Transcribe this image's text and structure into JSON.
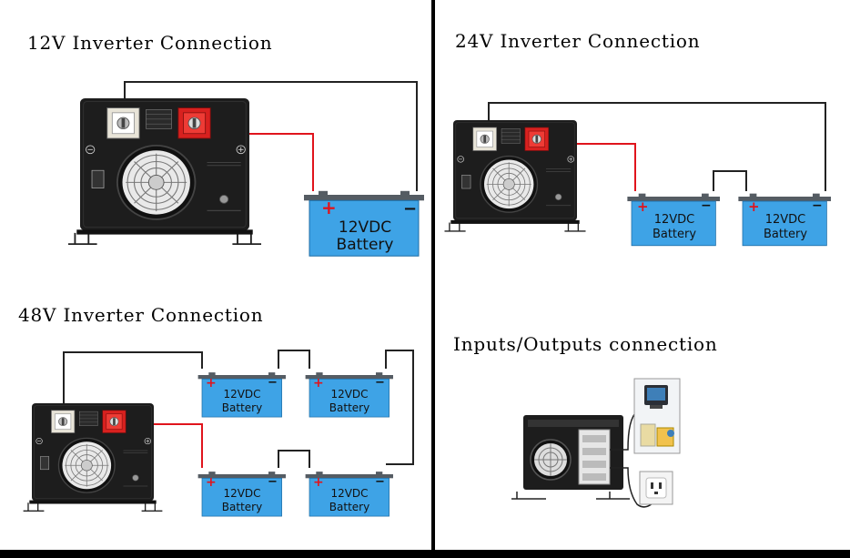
{
  "panels": {
    "v12": {
      "title": "12V Inverter Connection"
    },
    "v24": {
      "title": "24V Inverter Connection"
    },
    "v48": {
      "title": "48V Inverter Connection"
    },
    "io": {
      "title": "Inputs/Outputs connection"
    }
  },
  "battery": {
    "line1": "12VDC",
    "line2": "Battery",
    "plus": "+",
    "minus": "−"
  },
  "colors": {
    "battery_fill": "#3ea3e6",
    "battery_cap": "#555c63",
    "positive_wire": "#e0141c",
    "negative_wire": "#222222",
    "inverter_body": "#1d1d1d",
    "terminal_red": "#d8211f",
    "divider": "#000000"
  },
  "icons": [
    "fan-icon",
    "positive-terminal-icon",
    "negative-terminal-icon",
    "computer-icon",
    "appliance-icon",
    "wall-socket-icon"
  ]
}
